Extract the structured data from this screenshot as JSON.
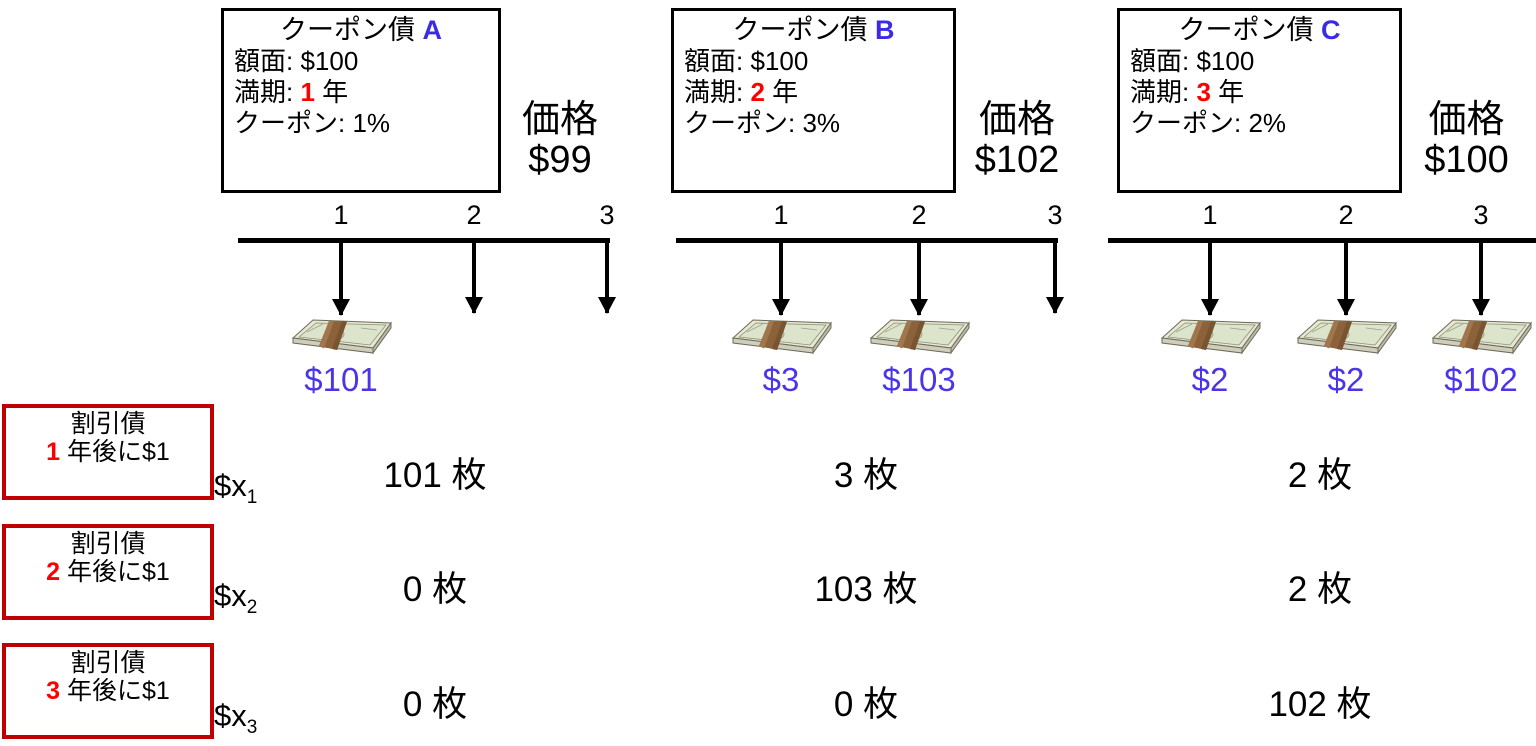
{
  "diagram": {
    "title_icons": {
      "cash_icon": "cash-bundle-icon"
    },
    "colors": {
      "bond_mark": "#3B2BE6",
      "year_highlight": "#FF0000",
      "cash_amount": "#4B35E8",
      "discount_box_border": "#C00000",
      "axis": "#000000"
    }
  },
  "bonds": [
    {
      "id": "A",
      "title_prefix": "クーポン債",
      "title_mark": "A",
      "face_label": "額面: $100",
      "maturity_prefix": "満期:",
      "maturity_years": "1",
      "maturity_suffix": "年",
      "coupon_label": "クーポン: 1%",
      "price_word": "価格",
      "price_value": "$99",
      "ticks": [
        "1",
        "2",
        "3"
      ],
      "cashflows": [
        "$101",
        "",
        ""
      ]
    },
    {
      "id": "B",
      "title_prefix": "クーポン債",
      "title_mark": "B",
      "face_label": "額面: $100",
      "maturity_prefix": "満期:",
      "maturity_years": "2",
      "maturity_suffix": "年",
      "coupon_label": "クーポン: 3%",
      "price_word": "価格",
      "price_value": "$102",
      "ticks": [
        "1",
        "2",
        "3"
      ],
      "cashflows": [
        "$3",
        "$103",
        ""
      ]
    },
    {
      "id": "C",
      "title_prefix": "クーポン債",
      "title_mark": "C",
      "face_label": "額面: $100",
      "maturity_prefix": "満期:",
      "maturity_years": "3",
      "maturity_suffix": "年",
      "coupon_label": "クーポン: 2%",
      "price_word": "価格",
      "price_value": "$100",
      "ticks": [
        "1",
        "2",
        "3"
      ],
      "cashflows": [
        "$2",
        "$2",
        "$102"
      ]
    }
  ],
  "discount_bonds": [
    {
      "line1": "割引債",
      "years": "1",
      "line2_suffix": "年後に$1",
      "price_var": "$x",
      "price_sub": "1",
      "quantities": [
        "101 枚",
        "0 枚",
        "0 枚"
      ]
    },
    {
      "line1": "割引債",
      "years": "2",
      "line2_suffix": "年後に$1",
      "price_var": "$x",
      "price_sub": "2",
      "quantities": [
        "3 枚",
        "103 枚",
        "0 枚"
      ]
    },
    {
      "line1": "割引債",
      "years": "3",
      "line2_suffix": "年後に$1",
      "price_var": "$x",
      "price_sub": "3",
      "quantities": [
        "2 枚",
        "2 枚",
        "102 枚"
      ]
    }
  ],
  "matrix": {
    "rows": [
      {
        "label": "$x1",
        "cells": [
          "101 枚",
          "3 枚",
          "2 枚"
        ]
      },
      {
        "label": "$x2",
        "cells": [
          "0 枚",
          "103 枚",
          "2 枚"
        ]
      },
      {
        "label": "$x3",
        "cells": [
          "0 枚",
          "0 枚",
          "102 枚"
        ]
      }
    ]
  }
}
